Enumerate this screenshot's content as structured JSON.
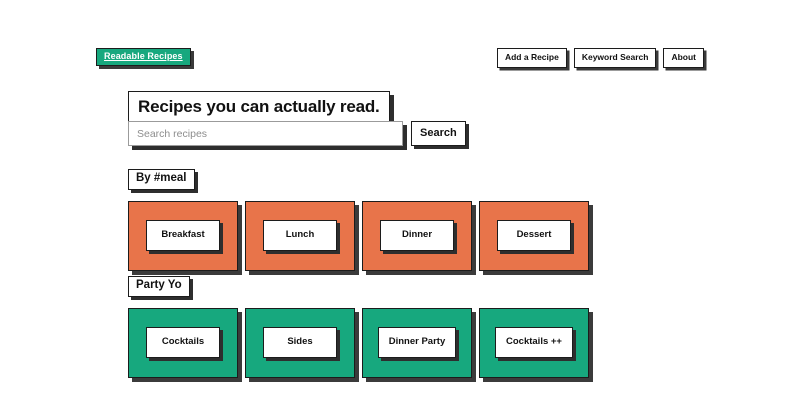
{
  "brand": {
    "label": "Readable Recipes"
  },
  "nav": {
    "items": [
      {
        "label": "Add a Recipe",
        "name": "nav-add-a-recipe"
      },
      {
        "label": "Keyword Search",
        "name": "nav-keyword-search"
      },
      {
        "label": "About",
        "name": "nav-about"
      }
    ]
  },
  "hero": {
    "title": "Recipes you can actually read."
  },
  "search": {
    "placeholder": "Search recipes",
    "value": "",
    "button_label": "Search"
  },
  "sections": [
    {
      "heading": "By #meal",
      "accent": "#e8744a",
      "cards": [
        {
          "label": "Breakfast"
        },
        {
          "label": "Lunch"
        },
        {
          "label": "Dinner"
        },
        {
          "label": "Dessert"
        }
      ]
    },
    {
      "heading": "Party Yo",
      "accent": "#17a87e",
      "cards": [
        {
          "label": "Cocktails"
        },
        {
          "label": "Sides"
        },
        {
          "label": "Dinner Party"
        },
        {
          "label": "Cocktails ++"
        }
      ]
    }
  ],
  "colors": {
    "brand_teal": "#17a87e",
    "accent_orange": "#e8744a",
    "outline": "#1c1c1c",
    "shadow": "#3b3b3b",
    "background": "#ffffff"
  }
}
